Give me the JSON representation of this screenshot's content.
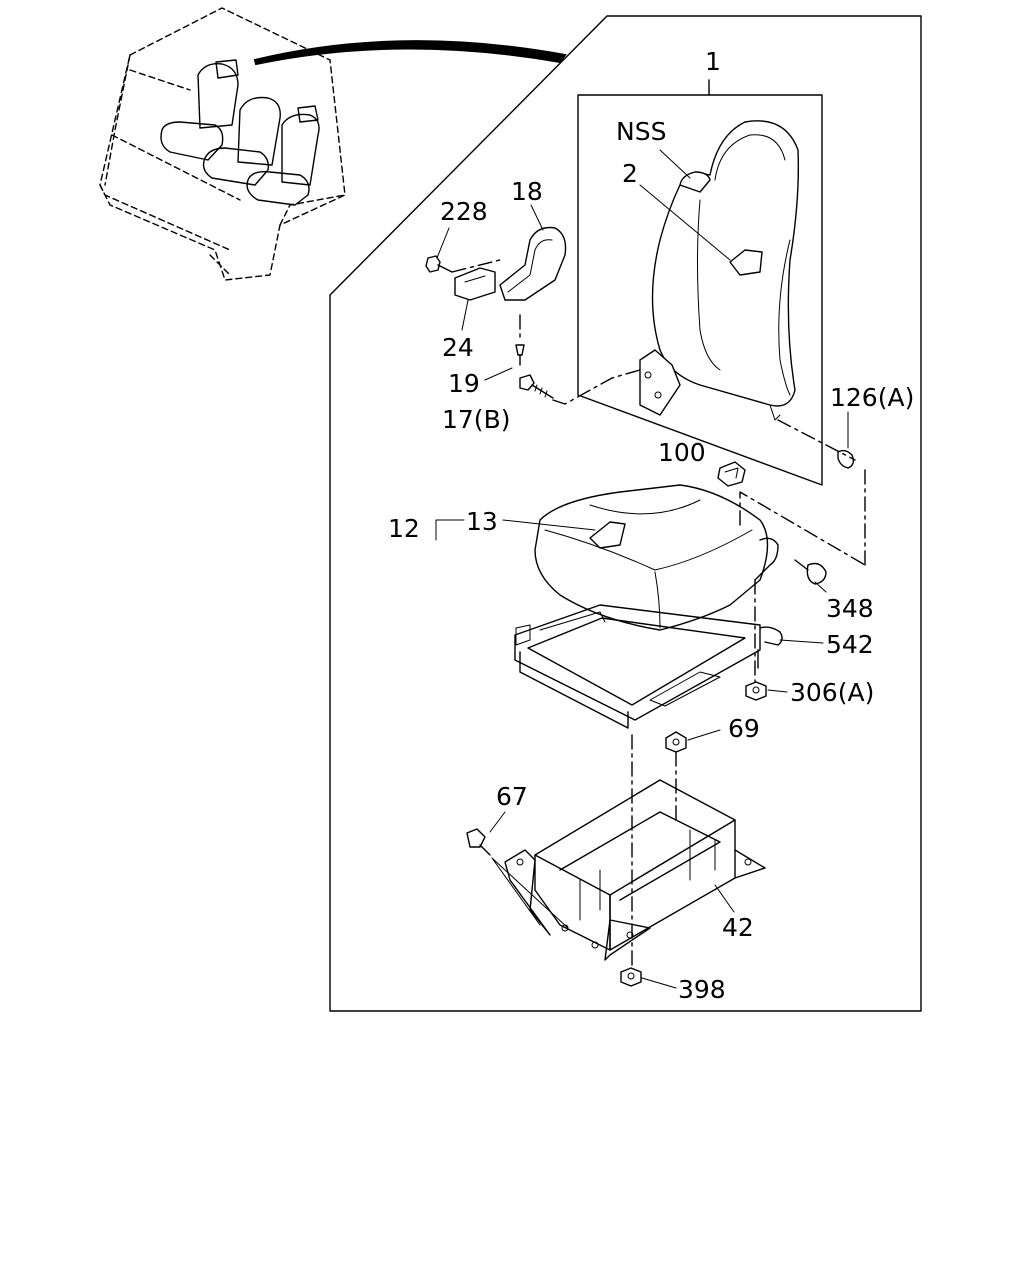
{
  "labels": {
    "p1": "1",
    "p2": "2",
    "nss": "NSS",
    "p18": "18",
    "p228": "228",
    "p24": "24",
    "p19": "19",
    "p17b": "17(B)",
    "p126a": "126(A)",
    "p100": "100",
    "p12": "12",
    "p13": "13",
    "p348": "348",
    "p542": "542",
    "p306a": "306(A)",
    "p69": "69",
    "p67": "67",
    "p42": "42",
    "p398": "398"
  }
}
